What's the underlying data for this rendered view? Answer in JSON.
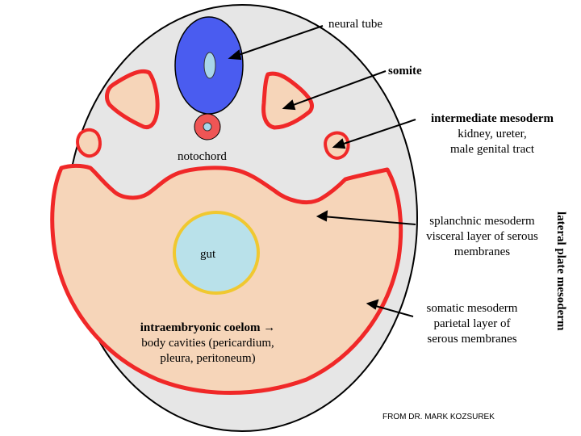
{
  "labels": {
    "neural_tube": "neural tube",
    "somite": "somite",
    "intermediate_title": "intermediate mesoderm",
    "intermediate_line1": "kidney, ureter,",
    "intermediate_line2": "male genital tract",
    "notochord": "notochord",
    "gut": "gut",
    "splanchnic_title": "splanchnic mesoderm",
    "splanchnic_line1": "visceral layer of serous",
    "splanchnic_line2": "membranes",
    "somatic_title": "somatic mesoderm",
    "somatic_line1": "parietal layer of",
    "somatic_line2": "serous membranes",
    "lateral_plate": "lateral plate mesoderm",
    "coelom_title": "intraembryonic coelom",
    "coelom_arrow": "→",
    "coelom_line1": "body cavities (pericardium,",
    "coelom_line2": "pleura, peritoneum)",
    "credit": "FROM DR. MARK KOZSUREK"
  },
  "colors": {
    "body": "#e6e6e6",
    "neural_tube": "#4a5cf0",
    "neural_canal": "#a9d6ea",
    "mesoderm_fill": "#f6d5b9",
    "mesoderm_outline": "#f02828",
    "gut_fill": "#b9e1ea",
    "gut_outline": "#f0c830",
    "notochord": "#ef5555"
  }
}
